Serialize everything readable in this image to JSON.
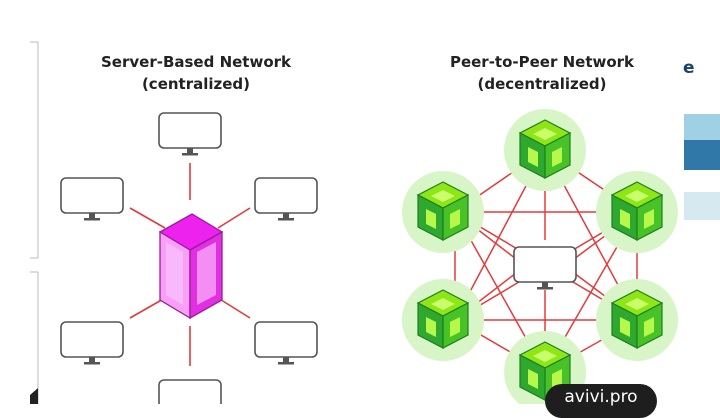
{
  "server_panel": {
    "title": "Server-Based Network",
    "subtitle": "(centralized)"
  },
  "p2p_panel": {
    "title": "Peer-to-Peer Network",
    "subtitle": "(decentralized)"
  },
  "colors": {
    "link_line": "#e23b3b",
    "server_magenta": "#ee22ee",
    "server_pink": "#f8a0f8",
    "peer_green": "#2fa82f",
    "peer_lime": "#9cf01e",
    "peer_halo": "#d8f5c8",
    "monitor_border": "#555555"
  },
  "watermark": {
    "text": "avivi.pro"
  },
  "side_crop": {
    "letter": "e"
  },
  "icons": [
    "monitor-icon",
    "server-tower-icon",
    "peer-cube-icon"
  ]
}
